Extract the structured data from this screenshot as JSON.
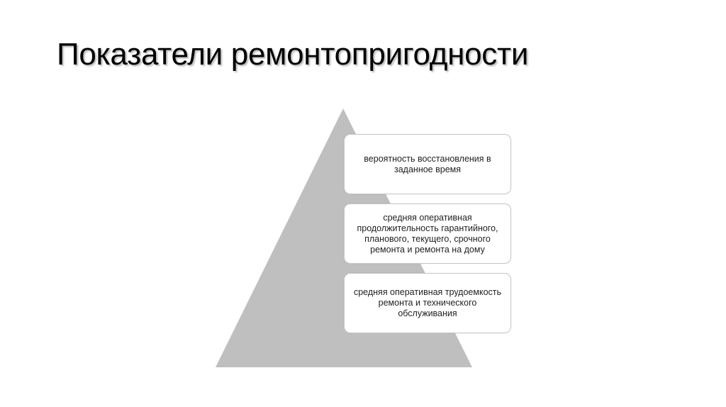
{
  "slide": {
    "title": "Показатели ремонтопригодности"
  },
  "pyramid": {
    "fill_color": "#bfbfbf",
    "levels": [
      {
        "text": "вероятность восстановления в заданное время"
      },
      {
        "text": "средняя оперативная продолжительность гарантийного, планового, текущего, срочного ремонта и ремонта на дому"
      },
      {
        "text": "средняя оперативная трудоемкость ремонта и технического обслуживания"
      }
    ]
  }
}
